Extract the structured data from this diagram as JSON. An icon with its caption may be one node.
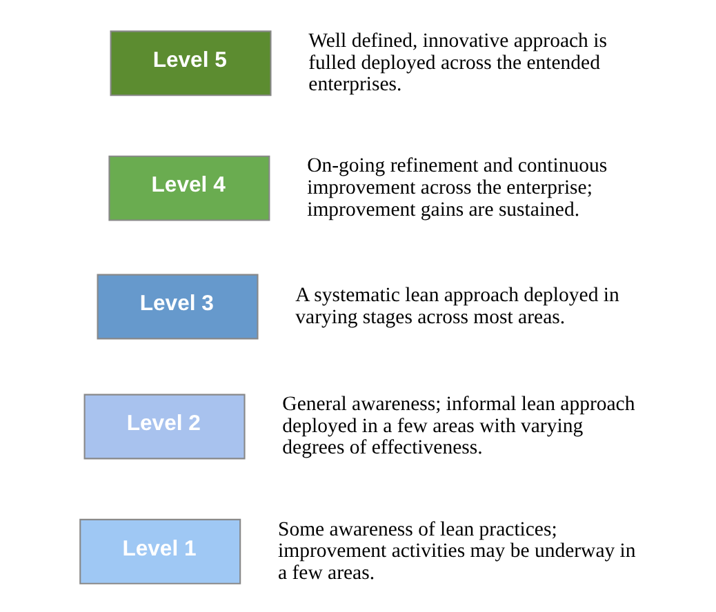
{
  "diagram": {
    "nodes": [
      {
        "text": [
          "Level 1"
        ],
        "beside": [
          "Some awareness of lean practices; improvement activities may be underway in a few areas."
        ]
      },
      {
        "text": [
          "Level 2"
        ],
        "beside": [
          "General awareness; informal lean approach deployed in a few areas with varying degrees of effectiveness."
        ]
      },
      {
        "text": [
          "Level 3"
        ],
        "beside": [
          "A systematic lean approach deployed in varying stages across most areas."
        ]
      },
      {
        "text": [
          "Level 4"
        ],
        "beside": [
          "On-going refinement and continuous improvement across the enterprise; improvement gains are sustained."
        ]
      },
      {
        "text": [
          "Level 5"
        ],
        "beside": [
          "Well defined, innovative approach is fulled deployed across the entended enterprises."
        ]
      }
    ]
  }
}
